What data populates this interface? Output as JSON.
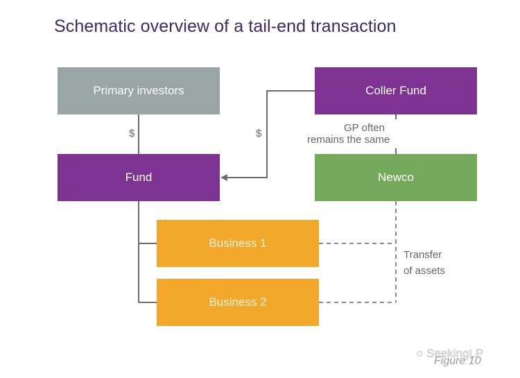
{
  "title": "Schematic overview of a tail-end transaction",
  "nodes": {
    "primary_investors": "Primary investors",
    "coller_fund": "Coller Fund",
    "fund": "Fund",
    "newco": "Newco",
    "business1": "Business 1",
    "business2": "Business 2"
  },
  "edge_labels": {
    "dollar_left": "$",
    "dollar_right": "$",
    "gp_line1": "GP often",
    "gp_line2": "remains the same",
    "transfer_line1": "Transfer",
    "transfer_line2": "of assets"
  },
  "footer": {
    "watermark": "SeekingLP",
    "figure": "Figure 10"
  },
  "colors": {
    "title": "#3f2a5f",
    "grey_box": "#9aa5a6",
    "purple_box": "#7e3392",
    "green_box": "#74a95c",
    "orange_box": "#f2a82a",
    "connector": "#6b6b6b"
  }
}
